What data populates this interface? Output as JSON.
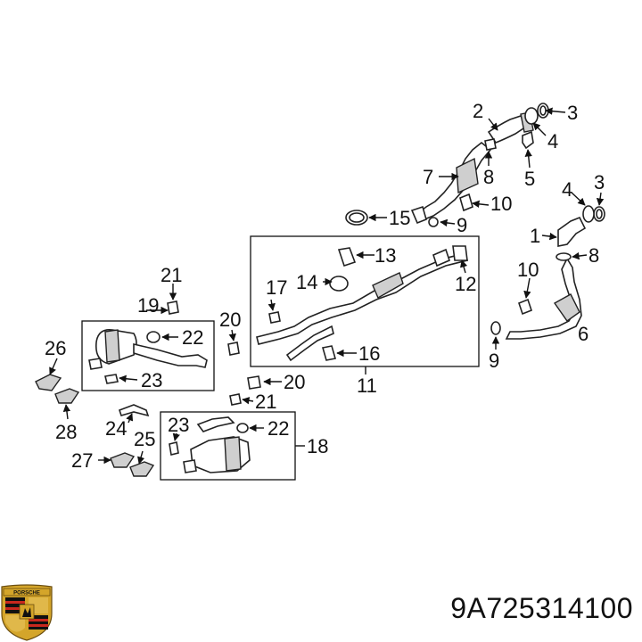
{
  "part_number": "9A725314100",
  "brand_logo": {
    "text": "PORSCHE",
    "colors": {
      "gold": "#d4a52a",
      "red": "#c8281e",
      "black": "#111111"
    }
  },
  "callouts": {
    "c1": "1",
    "c2": "2",
    "c3a": "3",
    "c3b": "3",
    "c4a": "4",
    "c4b": "4",
    "c5": "5",
    "c6": "6",
    "c7": "7",
    "c8a": "8",
    "c8b": "8",
    "c9a": "9",
    "c9b": "9",
    "c10a": "10",
    "c10b": "10",
    "c11": "11",
    "c12": "12",
    "c13": "13",
    "c14": "14",
    "c15": "15",
    "c16": "16",
    "c17": "17",
    "c18": "18",
    "c19": "19",
    "c20a": "20",
    "c20b": "20",
    "c21a": "21",
    "c21b": "21",
    "c22a": "22",
    "c22b": "22",
    "c23a": "23",
    "c23b": "23",
    "c24": "24",
    "c25": "25",
    "c26": "26",
    "c27": "27",
    "c28": "28"
  }
}
